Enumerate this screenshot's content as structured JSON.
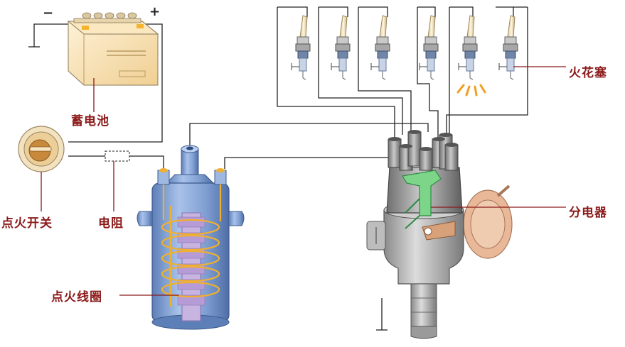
{
  "labels": {
    "battery": "蓄电池",
    "ignition_switch": "点火开关",
    "resistor": "电阻",
    "ignition_coil": "点火线圈",
    "spark_plug": "火花塞",
    "distributor": "分电器"
  },
  "battery_terminals": {
    "negative": "−",
    "positive": "+"
  },
  "spark_plug_count": 6,
  "colors": {
    "label_text": "#8b1a1a",
    "leader_line": "#8b1a1a",
    "wire": "#222222",
    "coil_body": "#8aa8d8",
    "coil_winding": "#f0b030",
    "coil_core": "#c8b4e0",
    "battery_body": "#f6dfb0",
    "distributor_rotor": "#7dd58a",
    "vacuum_advance": "#e8b898",
    "spark": "#f0a020"
  }
}
